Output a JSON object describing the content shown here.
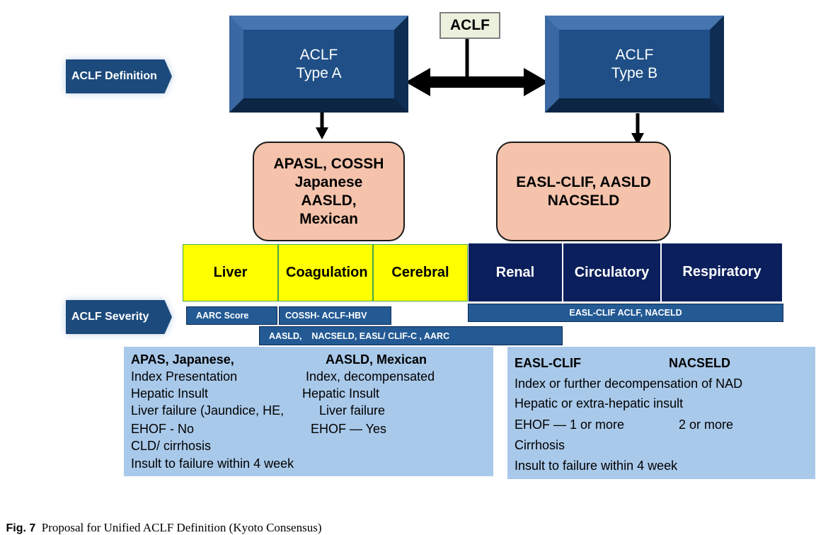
{
  "top": {
    "aclf_label": "ACLF"
  },
  "type_a": {
    "line1": "ACLF",
    "line2": "Type A"
  },
  "type_b": {
    "line1": "ACLF",
    "line2": "Type B"
  },
  "tags": {
    "definition": "ACLF Definition",
    "severity": "ACLF  Severity"
  },
  "criteria_a": {
    "lines": [
      "APASL, COSSH",
      "Japanese",
      "AASLD,",
      "Mexican"
    ]
  },
  "criteria_b": {
    "lines": [
      "EASL-CLIF, AASLD",
      "NACSELD"
    ]
  },
  "organs": [
    "Liver",
    "Coagulation",
    "Cerebral",
    "Renal",
    "Circulatory",
    "Respiratory"
  ],
  "scores": {
    "aarc": "AARC Score",
    "cossh": "COSSH- ACLF-HBV",
    "easl_naceld": "EASL-CLIF ACLF, NACELD",
    "combined": "AASLD,    NACSELD, EASL/ CLIF-C , AARC"
  },
  "panel_a": {
    "head_left": "APAS, Japanese,",
    "head_right": "AASLD, Mexican",
    "rows": [
      {
        "left": "Index Presentation",
        "right": "Index, decompensated"
      },
      {
        "left": "Hepatic Insult",
        "right": "Hepatic Insult"
      },
      {
        "left": "Liver failure (Jaundice, HE,",
        "right": "Liver failure"
      },
      {
        "left": "EHOF - No",
        "right": "EHOF — Yes"
      }
    ],
    "tail": [
      "CLD/ cirrhosis",
      "Insult to failure within 4 week"
    ]
  },
  "panel_b": {
    "head_left": "EASL-CLIF",
    "head_right": "NACSELD",
    "line1": "Index or further decompensation of NAD",
    "line2": "Hepatic or extra-hepatic insult",
    "ehof_left": "EHOF — 1 or more",
    "ehof_right": "2 or more",
    "line4": "Cirrhosis",
    "line5": "Insult to failure within 4 week"
  },
  "caption": {
    "label": "Fig. 7",
    "text": "Proposal for Unified ACLF Definition (Kyoto Consensus)"
  }
}
